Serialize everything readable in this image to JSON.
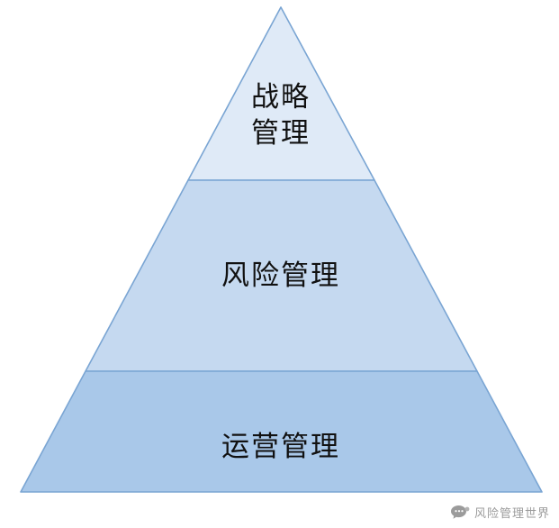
{
  "diagram": {
    "type": "pyramid",
    "title": "",
    "stroke_color": "#7aa5d3",
    "levels": [
      {
        "id": "strategic-management",
        "label": "战略管理",
        "label_line1": "战略",
        "label_line2": "管理",
        "color": "#dfeaf7"
      },
      {
        "id": "risk-management",
        "label": "风险管理",
        "color": "#c5d9f0"
      },
      {
        "id": "operations-management",
        "label": "运营管理",
        "color": "#a9c8e9"
      }
    ]
  },
  "watermark": {
    "text": "风险管理世界",
    "icon": "speech-bubbles-logo",
    "color": "#9b9b9b"
  }
}
